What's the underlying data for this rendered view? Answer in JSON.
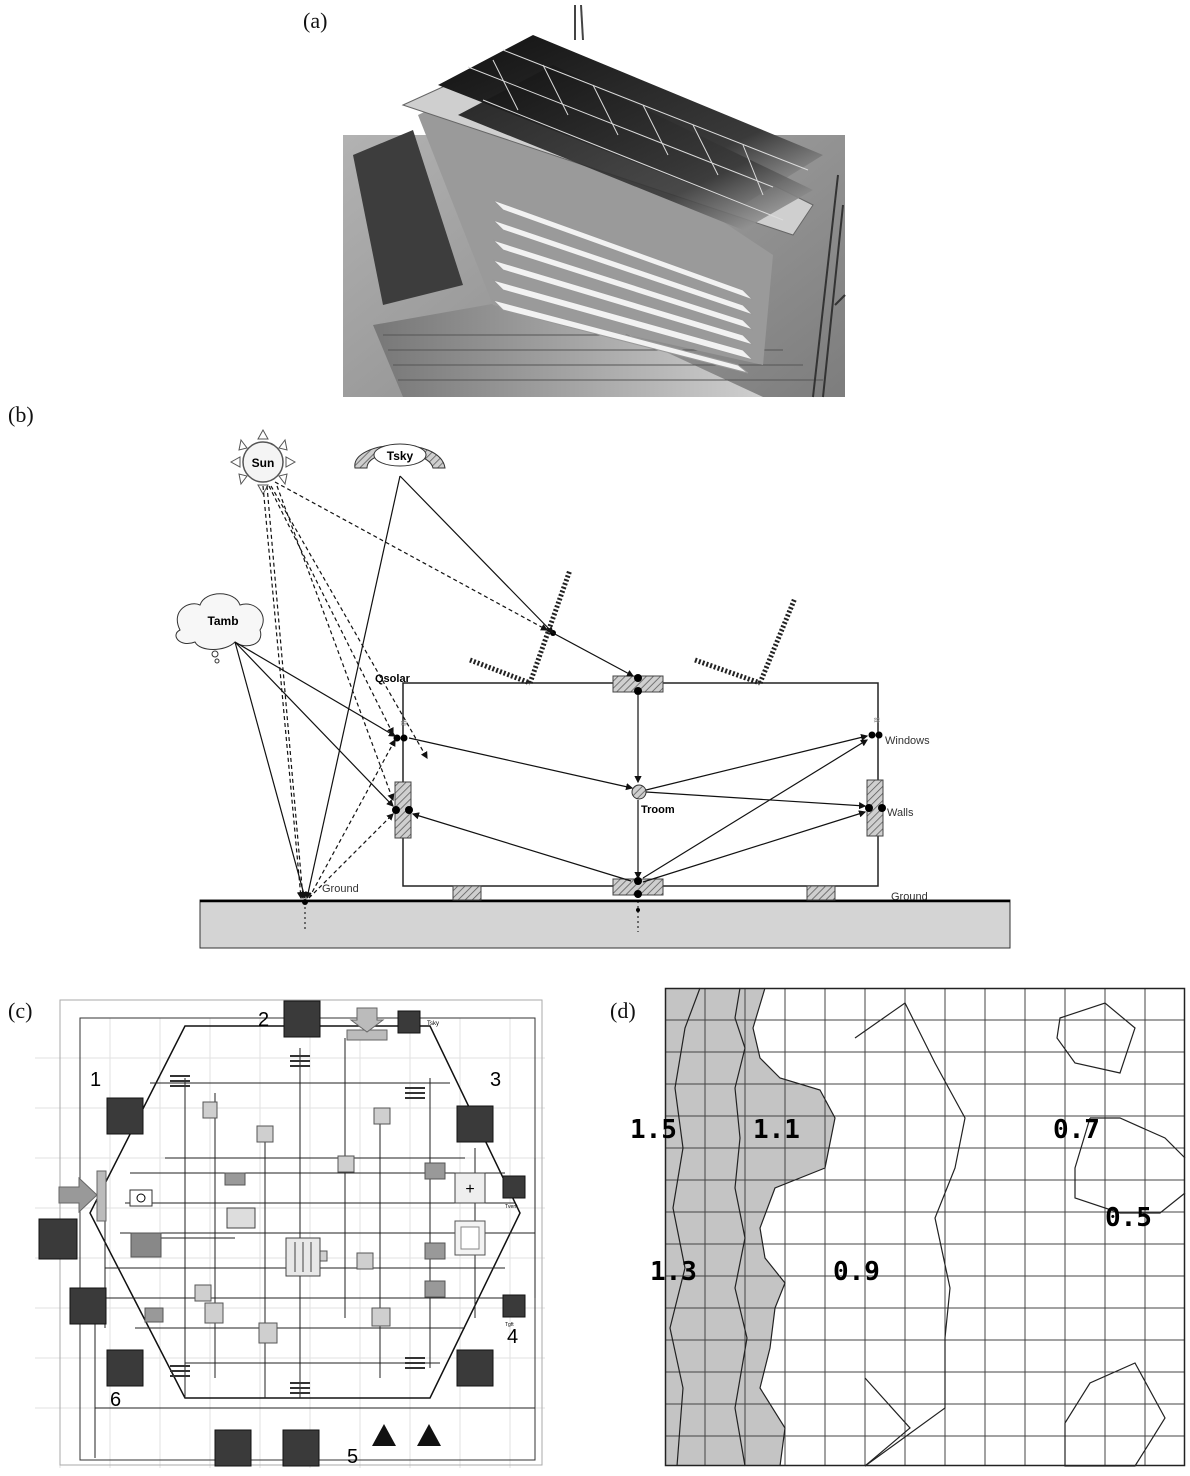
{
  "figure": {
    "panel_a": {
      "label": "(a)"
    },
    "panel_b": {
      "label": "(b)",
      "nodes": {
        "sun": "Sun",
        "tsky": "Tsky",
        "tamb": "Tamb",
        "qsolar": "Qsolar",
        "windows": "Windows",
        "troom": "Troom",
        "walls": "Walls",
        "ground_left": "Ground",
        "ground_right": "Ground"
      }
    },
    "panel_c": {
      "label": "(c)",
      "numbers": [
        "1",
        "2",
        "3",
        "4",
        "5",
        "6"
      ],
      "small_labels": {
        "tsky": "Tsky",
        "tvent": "Tvent",
        "tgt": "Tgft"
      }
    },
    "panel_d": {
      "label": "(d)",
      "contour_values": [
        "1.5",
        "1.1",
        "0.7",
        "0.5",
        "1.3",
        "0.9"
      ]
    }
  },
  "colors": {
    "ground": "#d4d4d4",
    "contour_fill": "#c4c4c4",
    "grid": "#444444",
    "block_dark": "#3a3a3a",
    "solar_panel": "#1c1c1c"
  }
}
